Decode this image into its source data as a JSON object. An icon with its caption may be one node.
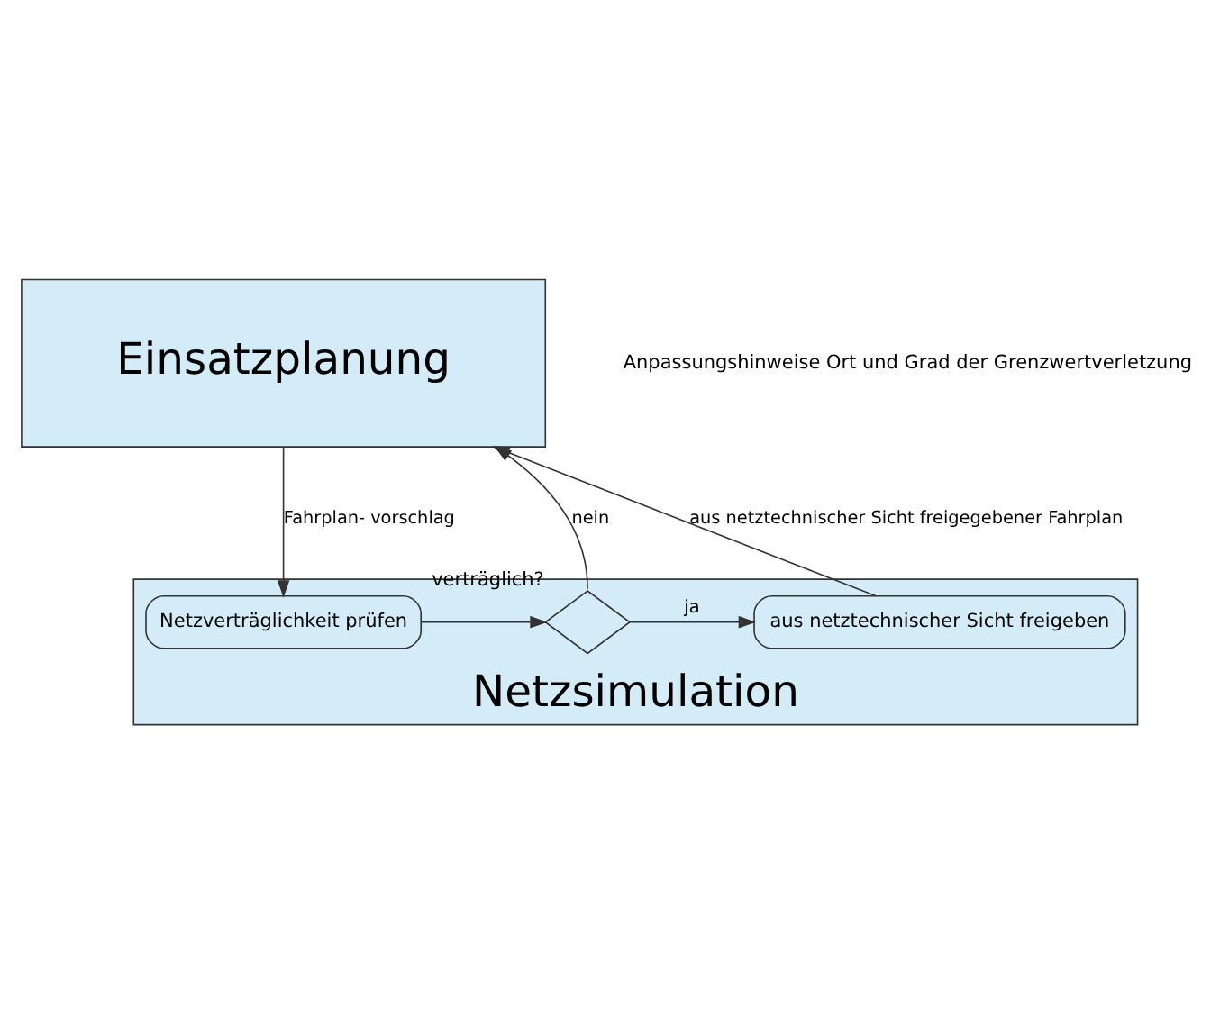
{
  "diagram": {
    "nodes": [
      {
        "text": [
          "Einsatzplanung"
        ]
      },
      {
        "text": [
          "Netzsimulation"
        ]
      },
      {
        "text": [
          "Netzverträglichkeit prüfen"
        ],
        "in": 1
      },
      {
        "text": [],
        "shape": "diamond",
        "beside": [
          "verträglich?"
        ],
        "in": 1
      },
      {
        "text": [
          "aus netztechnischer Sicht freigeben"
        ],
        "in": 1
      }
    ],
    "edges": [
      {
        "from": 0,
        "to": 2,
        "arrow": "to",
        "label": "Fahrplan- vorschlag"
      },
      {
        "from": 2,
        "to": 3,
        "arrow": "to"
      },
      {
        "from": 3,
        "to": 4,
        "arrow": "to",
        "label": "ja"
      },
      {
        "from": 3,
        "to": 0,
        "arrow": "to",
        "label": "nein"
      },
      {
        "from": 4,
        "to": 0,
        "arrow": "to",
        "label": "aus netztechnischer Sicht freigegebener Fahrplan"
      }
    ],
    "labels": [
      "Anpassungshinweise Ort und Grad der Grenzwertverletzung"
    ]
  }
}
